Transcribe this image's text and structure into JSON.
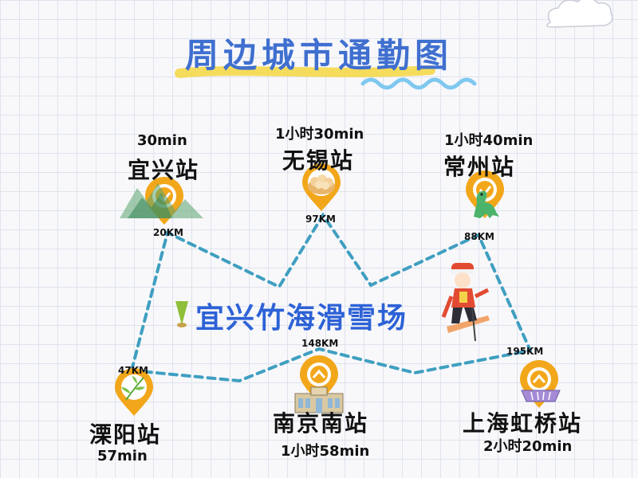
{
  "title": "周边城市通勤图",
  "venue": "宜兴竹海滑雪场",
  "stations": [
    {
      "name": "宜兴站",
      "time": "30min",
      "distance": "20KM",
      "icon": "mountain-icon"
    },
    {
      "name": "无锡站",
      "time": "1小时30min",
      "distance": "97KM",
      "icon": "dumpling-icon"
    },
    {
      "name": "常州站",
      "time": "1小时40min",
      "distance": "88KM",
      "icon": "dinosaur-icon"
    },
    {
      "name": "溧阳站",
      "time": "57min",
      "distance": "47KM",
      "icon": "bamboo-icon"
    },
    {
      "name": "南京南站",
      "time": "1小时58min",
      "distance": "148KM",
      "icon": "station-building-icon"
    },
    {
      "name": "上海虹桥站",
      "time": "2小时20min",
      "distance": "195KM",
      "icon": "exhibition-center-icon"
    }
  ],
  "colors": {
    "title": "#3f6fcf",
    "route": "#3f9fc0",
    "pin": "#f2a71b",
    "highlight": "#f5d84a",
    "wave": "#7fc8f0"
  }
}
